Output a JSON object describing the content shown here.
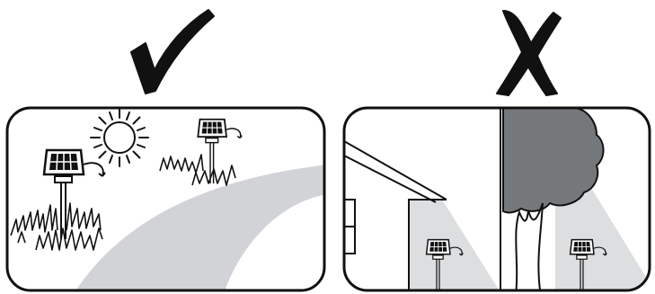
{
  "colors": {
    "ink": "#111111",
    "paper": "#ffffff",
    "path_gray": "#d1d3d6",
    "tree_gray": "#75787b",
    "shade_gray": "#dcdee0"
  },
  "panels": [
    {
      "verdict": "correct",
      "verdict_icon": "check-mark-icon",
      "scene": "sunny-open-lawn",
      "elements": [
        "sun-icon",
        "solar-garden-light-icon",
        "solar-garden-light-icon",
        "grass-icon",
        "garden-path"
      ]
    },
    {
      "verdict": "incorrect",
      "verdict_icon": "x-mark-icon",
      "scene": "shaded-by-house-and-tree",
      "elements": [
        "house-wall",
        "tree-icon",
        "solar-garden-light-icon",
        "solar-garden-light-icon",
        "shadow-area"
      ]
    }
  ]
}
